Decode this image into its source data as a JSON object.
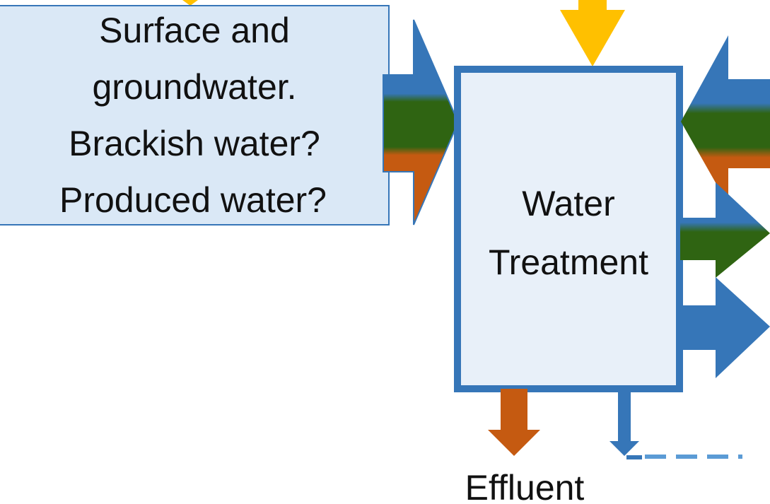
{
  "source_box": {
    "lines": [
      "Surface and",
      "groundwater.",
      "Brackish water?",
      "Produced water?"
    ]
  },
  "treatment_box": {
    "lines": [
      "Water",
      "Treatment"
    ]
  },
  "effluent_label": "Effluent",
  "colors": {
    "blue": "#3676b8",
    "green": "#2f6412",
    "orange": "#c55a11",
    "yellow": "#ffc000",
    "box_fill": "#dae8f6",
    "box_fill_inner": "#e8f0f9",
    "box_stroke": "#3676b8"
  }
}
